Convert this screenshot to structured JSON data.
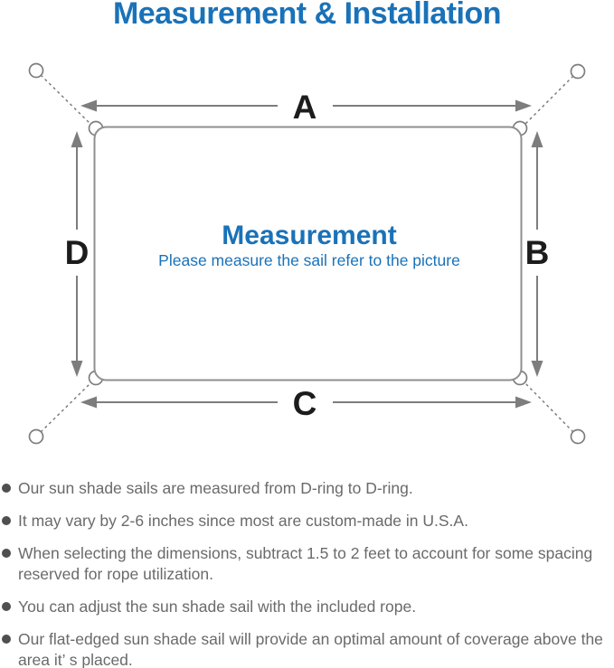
{
  "title": "Measurement & Installation",
  "colors": {
    "accent_blue": "#1a72b8",
    "diagram_gray": "#7d7d7d",
    "rect_border_gray": "#8f8f8f",
    "label_black": "#1c1c1c",
    "note_text_gray": "#6a6a6a",
    "bullet_dot_gray": "#4f4f4f"
  },
  "diagram": {
    "labels": {
      "top": "A",
      "right": "B",
      "bottom": "C",
      "left": "D"
    },
    "center_title": "Measurement",
    "center_subtitle": "Please measure the sail refer to the picture"
  },
  "notes": [
    "Our sun shade sails are measured from D-ring to D-ring.",
    "It may vary by 2-6 inches since most are custom-made in U.S.A.",
    "When selecting the dimensions, subtract 1.5 to 2 feet to account for some spacing reserved for rope utilization.",
    "You can adjust the sun shade sail with the included rope.",
    "Our flat-edged sun shade sail will provide an optimal amount of coverage above the area it’ s placed."
  ]
}
